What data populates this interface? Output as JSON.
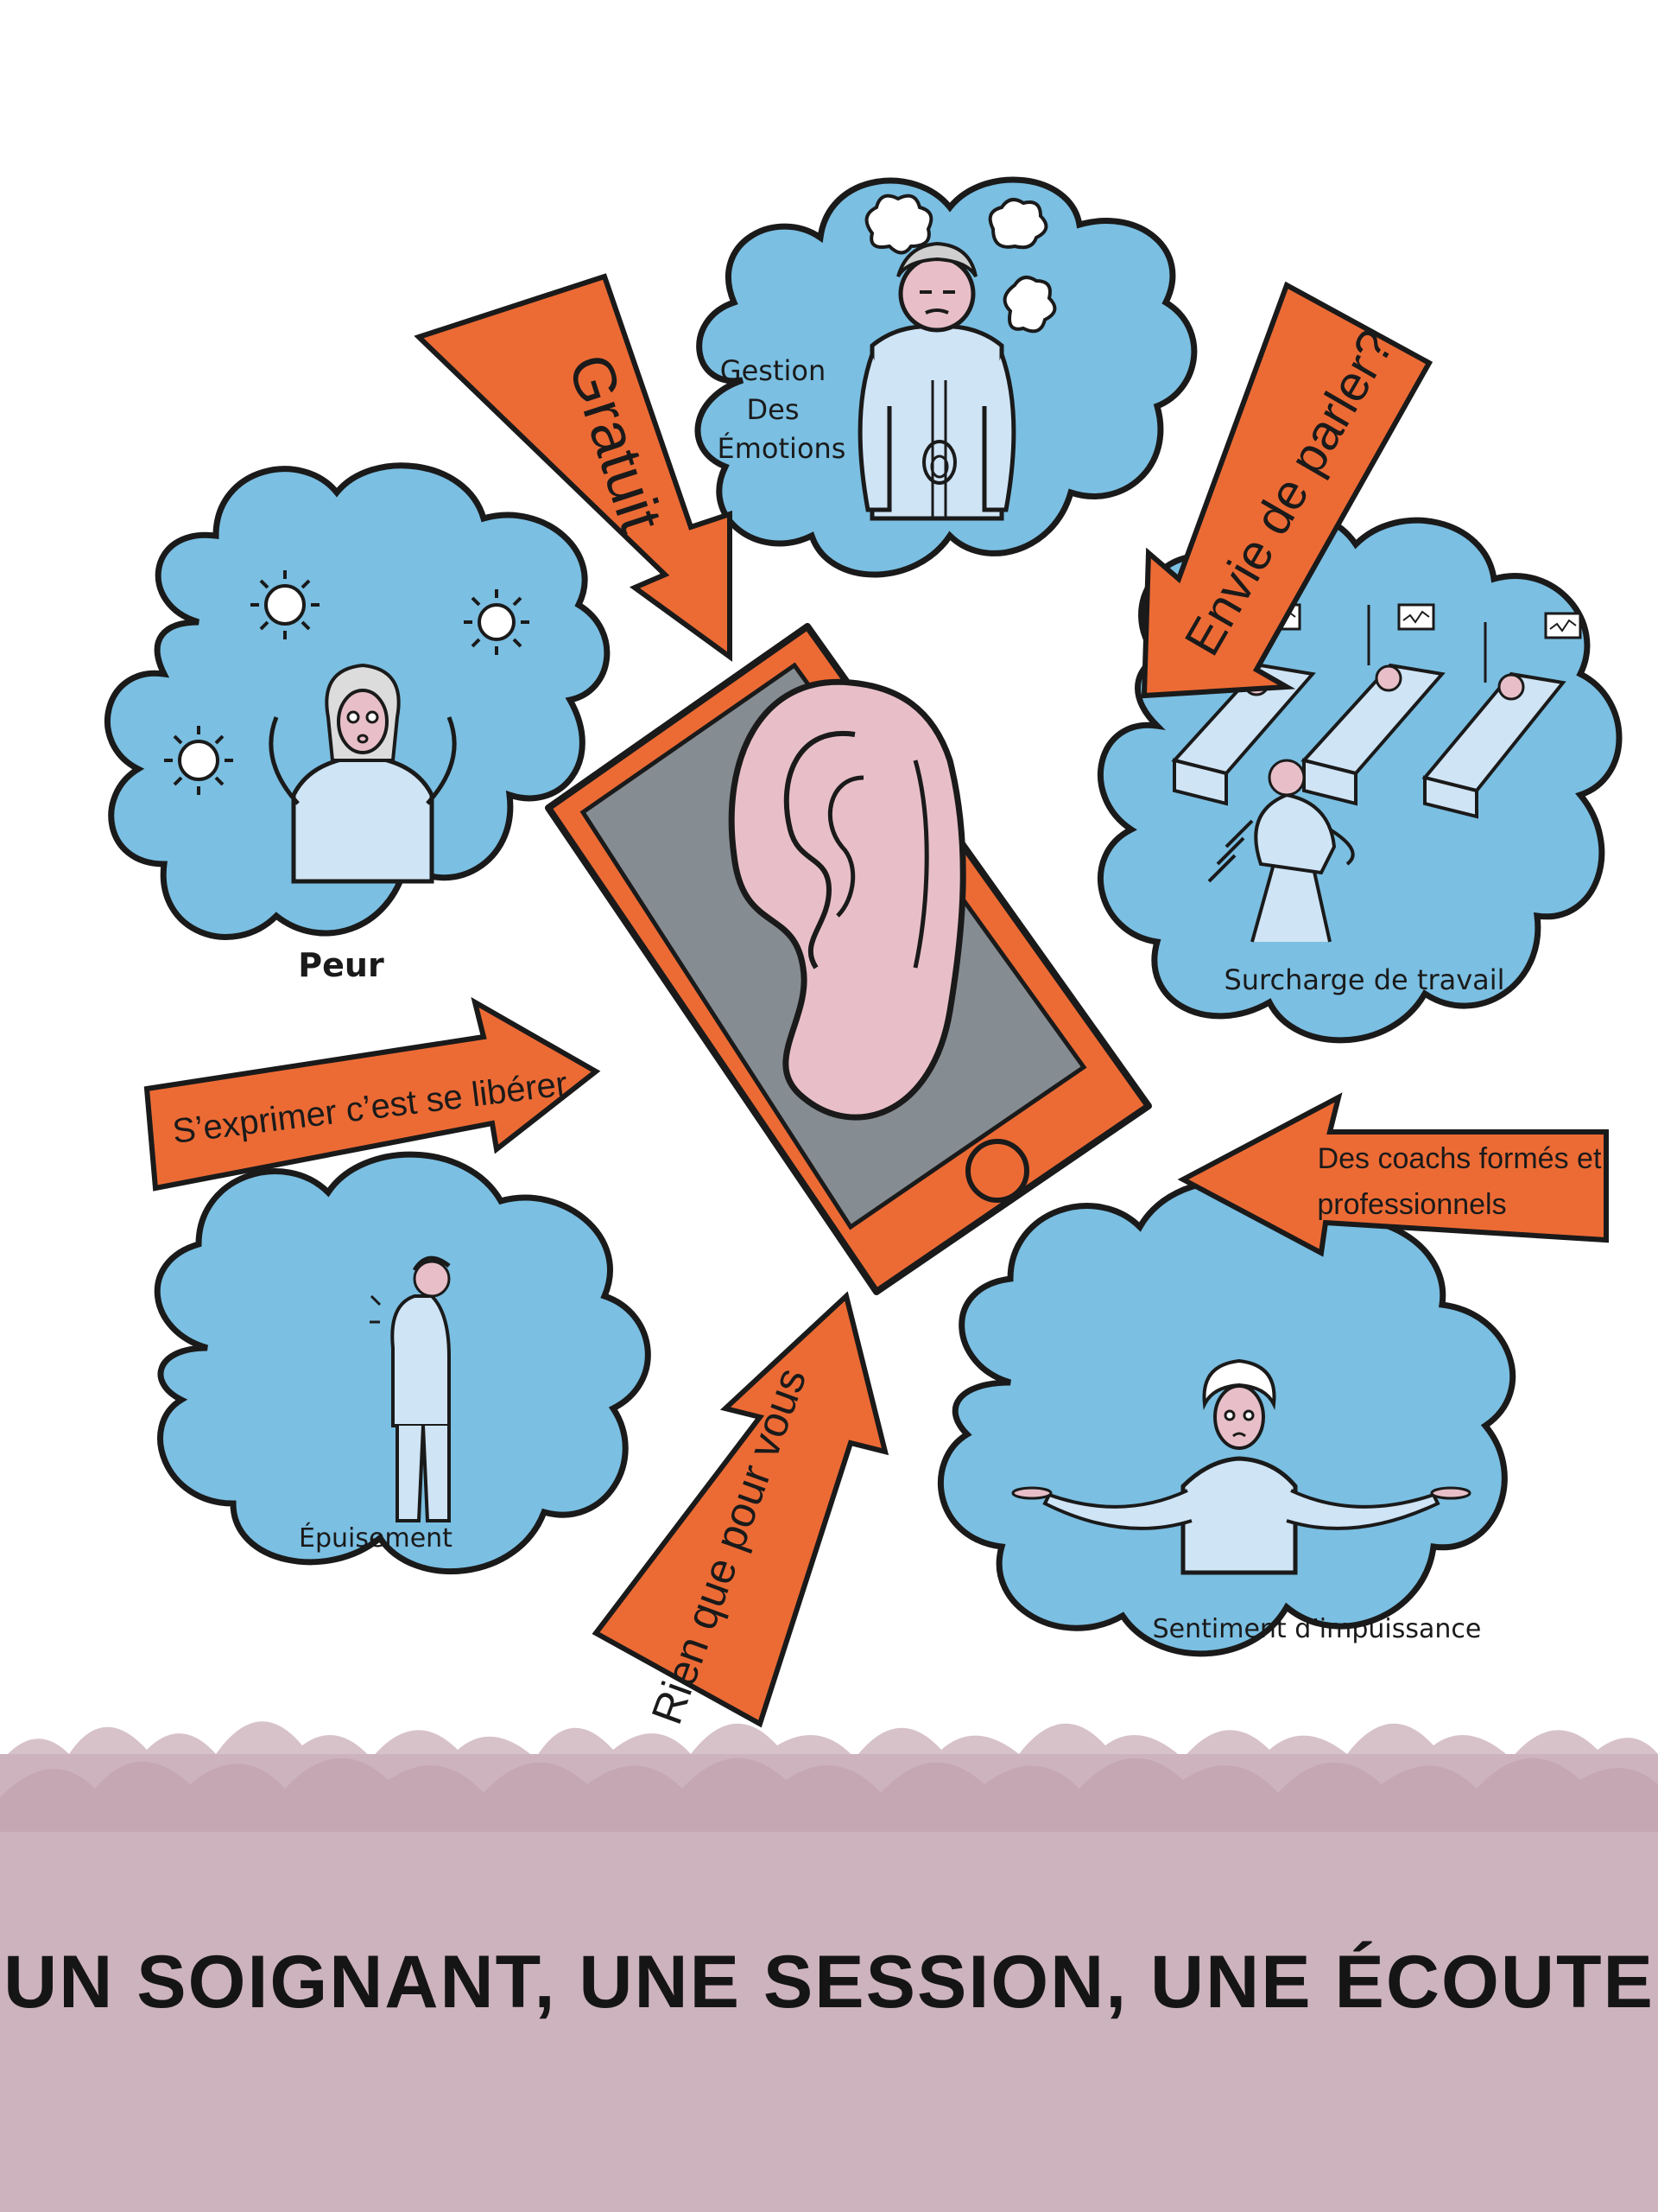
{
  "clouds": {
    "emotions": {
      "line1": "Gestion",
      "line2": "Des",
      "line3": "Émotions"
    },
    "fear": {
      "label": "Peur"
    },
    "workload": {
      "label": "Surcharge de travail"
    },
    "exhaustion": {
      "label": "Épuisement"
    },
    "helplessness": {
      "label": "Sentiment d’impuissance"
    }
  },
  "arrows": {
    "free": "Gratuit",
    "talk": "Envie de parler?",
    "express": "S’exprimer c’est se libérer",
    "coaches": {
      "line1": "Des coachs formés et",
      "line2": "professionnels"
    },
    "for_you": "Rien que pour vous"
  },
  "headline": "UN SOIGNANT, UNE SESSION, UNE ÉCOUTE",
  "colors": {
    "cloud": "#7bbfe2",
    "arrow": "#ec6b35",
    "phone": "#ec6b35",
    "screen": "#858c92",
    "ear": "#e8bfc8",
    "shirt": "#cfe4f5",
    "band": "#cdb3bd",
    "outline": "#1a1a1a"
  },
  "icons": [
    "virus-icon",
    "ear-icon",
    "phone-icon",
    "bed-icon",
    "monitor-icon"
  ]
}
